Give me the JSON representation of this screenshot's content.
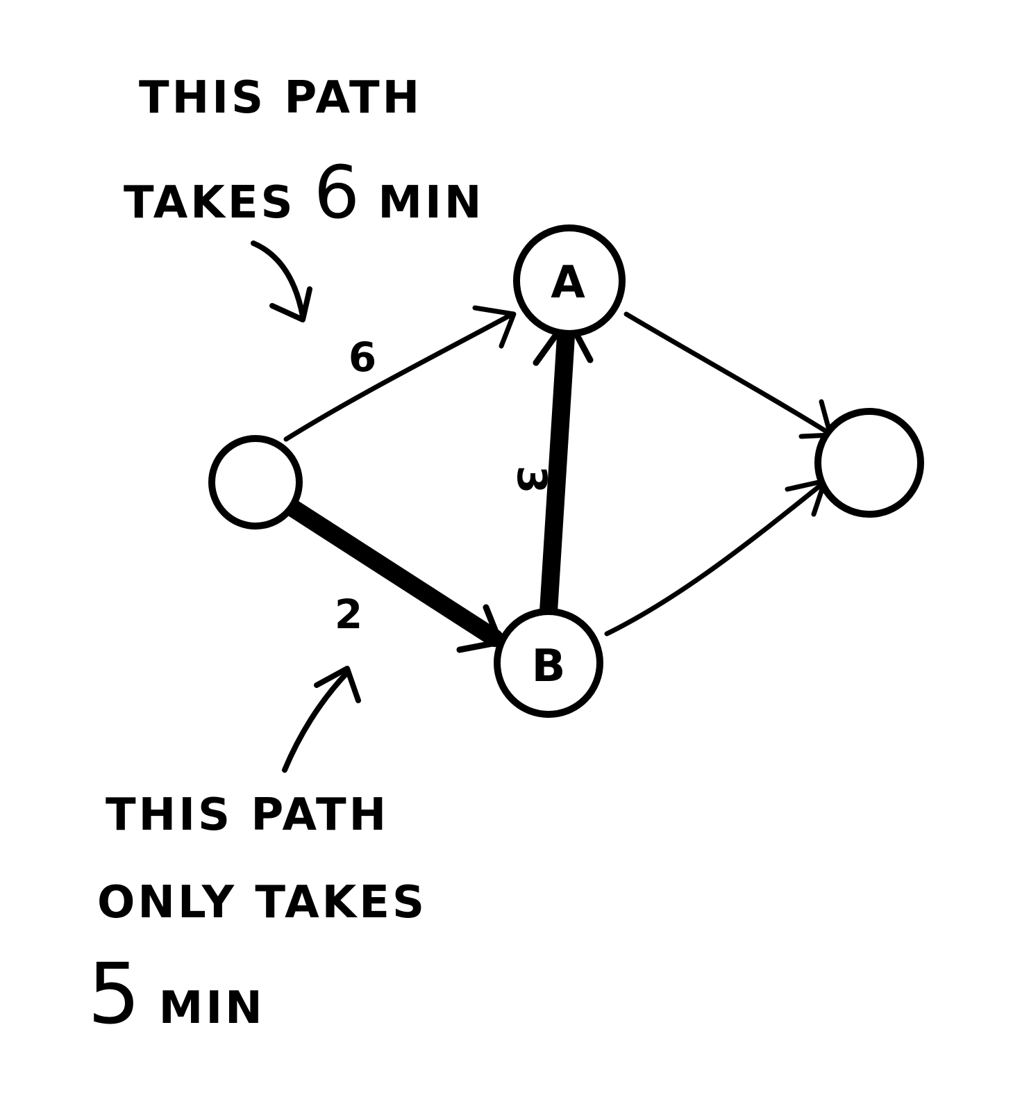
{
  "annotation_top": {
    "line1": "THIS PATH",
    "line2_prefix": "TAKES",
    "line2_number": "6",
    "line2_unit": "MIN"
  },
  "annotation_bottom": {
    "line1": "THIS PATH",
    "line2": "ONLY TAKES",
    "line3_number": "5",
    "line3_unit": "MIN"
  },
  "nodes": {
    "a_label": "A",
    "b_label": "B"
  },
  "edges": {
    "start_to_a_weight": "6",
    "b_to_a_weight": "3",
    "start_to_b_weight": "2"
  },
  "colors": {
    "ink": "#000000",
    "paper": "#ffffff"
  }
}
